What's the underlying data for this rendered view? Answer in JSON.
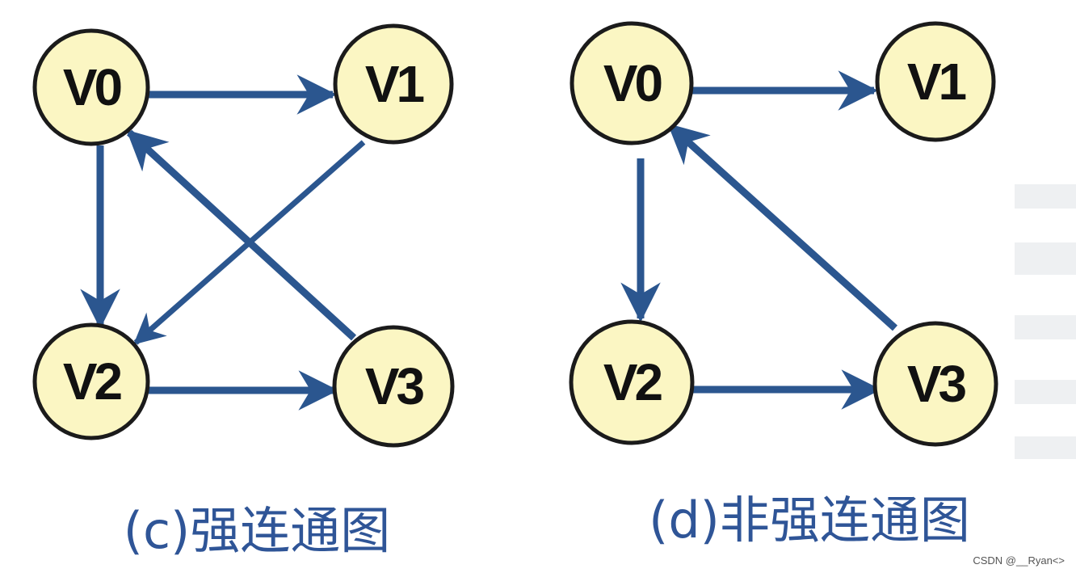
{
  "colors": {
    "node_fill": "#fbf6c3",
    "node_stroke": "#1b1b1b",
    "edge": "#2b568f",
    "caption": "#2f5597"
  },
  "graphs": [
    {
      "caption": "(c)强连通图",
      "nodes": [
        "V0",
        "V1",
        "V2",
        "V3"
      ],
      "edges": [
        {
          "from": "V0",
          "to": "V1"
        },
        {
          "from": "V0",
          "to": "V2"
        },
        {
          "from": "V1",
          "to": "V2"
        },
        {
          "from": "V3",
          "to": "V0"
        },
        {
          "from": "V2",
          "to": "V3"
        }
      ]
    },
    {
      "caption": "(d)非强连通图",
      "nodes": [
        "V0",
        "V1",
        "V2",
        "V3"
      ],
      "edges": [
        {
          "from": "V0",
          "to": "V1"
        },
        {
          "from": "V0",
          "to": "V2"
        },
        {
          "from": "V3",
          "to": "V0"
        },
        {
          "from": "V2",
          "to": "V3"
        }
      ]
    }
  ],
  "watermark": "CSDN @__Ryan<>"
}
